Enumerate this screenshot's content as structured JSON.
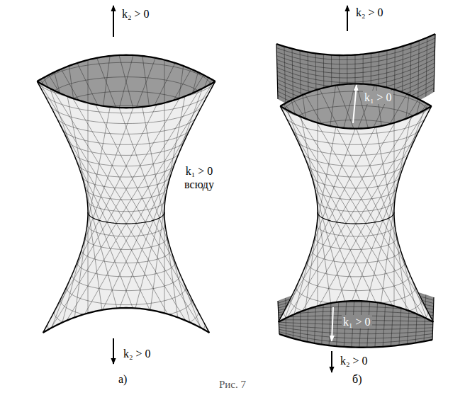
{
  "diagram": {
    "caption": "Рис. 7",
    "labels": [
      "k₂ > 0",
      "k₁ > 0 всюду",
      "k₂ > 0",
      "а)",
      "k₂ > 0",
      "k₁ > 0",
      "k₁ > 0",
      "k₂ > 0",
      "б)"
    ]
  }
}
